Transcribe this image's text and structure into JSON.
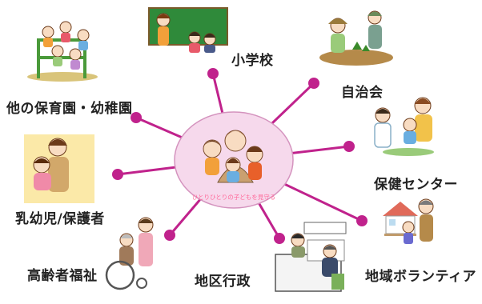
{
  "hub": {
    "caption": "ひとりひとりの子どもを見守る"
  },
  "nodes": [
    {
      "id": "school",
      "label": "小学校"
    },
    {
      "id": "jichikai",
      "label": "自治会"
    },
    {
      "id": "hoken",
      "label": "保健センター"
    },
    {
      "id": "volunteer",
      "label": "地域ボランティア"
    },
    {
      "id": "gyosei",
      "label": "地区行政"
    },
    {
      "id": "koreisha",
      "label": "高齢者福祉"
    },
    {
      "id": "nyuyouji",
      "label": "乳幼児/保護者"
    },
    {
      "id": "hoikuen",
      "label": "他の保育園・幼稚園"
    }
  ],
  "colors": {
    "spoke": "#c0228c",
    "hub_fill": "#f6d9ec",
    "hub_stroke": "#d493be"
  }
}
